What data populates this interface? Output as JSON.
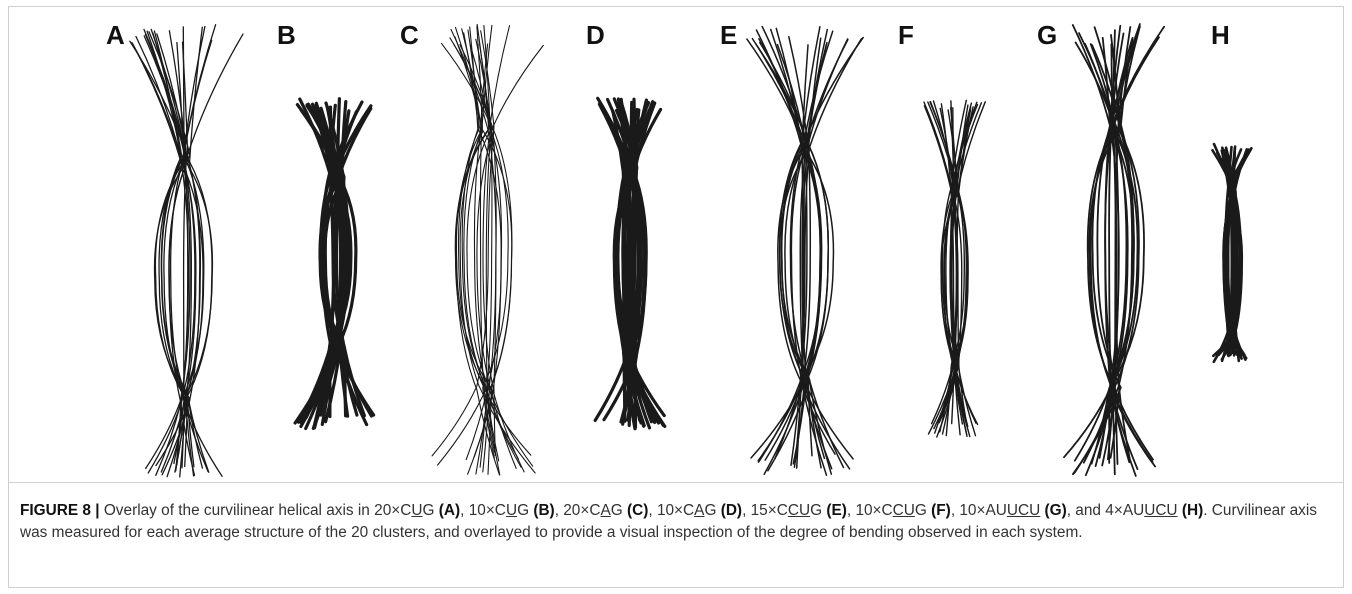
{
  "figure": {
    "panels": [
      {
        "label": "A",
        "system": "20×CUG"
      },
      {
        "label": "B",
        "system": "10×CUG"
      },
      {
        "label": "C",
        "system": "20×CAG"
      },
      {
        "label": "D",
        "system": "10×CAG"
      },
      {
        "label": "E",
        "system": "15×CCUG"
      },
      {
        "label": "F",
        "system": "10×CCUG"
      },
      {
        "label": "G",
        "system": "10×AUUCU"
      },
      {
        "label": "H",
        "system": "4×AUUCU"
      }
    ],
    "line_color": "#1a1a1a"
  },
  "caption": {
    "label": "FIGURE 8 |",
    "intro": " Overlay of the curvilinear helical axis in ",
    "items": [
      {
        "pre": "20×C",
        "ul": "U",
        "post": "G",
        "ref": "(A)",
        "sep": ", "
      },
      {
        "pre": "10×C",
        "ul": "U",
        "post": "G",
        "ref": "(B)",
        "sep": ", "
      },
      {
        "pre": "20×C",
        "ul": "A",
        "post": "G",
        "ref": "(C)",
        "sep": ", "
      },
      {
        "pre": "10×C",
        "ul": "A",
        "post": "G",
        "ref": "(D)",
        "sep": ", "
      },
      {
        "pre": "15×C",
        "ul": "CU",
        "post": "G",
        "ref": "(E)",
        "sep": ", "
      },
      {
        "pre": "10×C",
        "ul": "CU",
        "post": "G",
        "ref": "(F)",
        "sep": ", "
      },
      {
        "pre": "10×AU",
        "ul": "UCU",
        "post": "",
        "ref": "(G)",
        "sep": ", and "
      },
      {
        "pre": "4×AU",
        "ul": "UCU",
        "post": "",
        "ref": "(H)",
        "sep": ". "
      }
    ],
    "tail": "Curvilinear axis was measured for each average structure of the 20 clusters, and overlayed to provide a visual inspection of the degree of bending observed in each system."
  }
}
